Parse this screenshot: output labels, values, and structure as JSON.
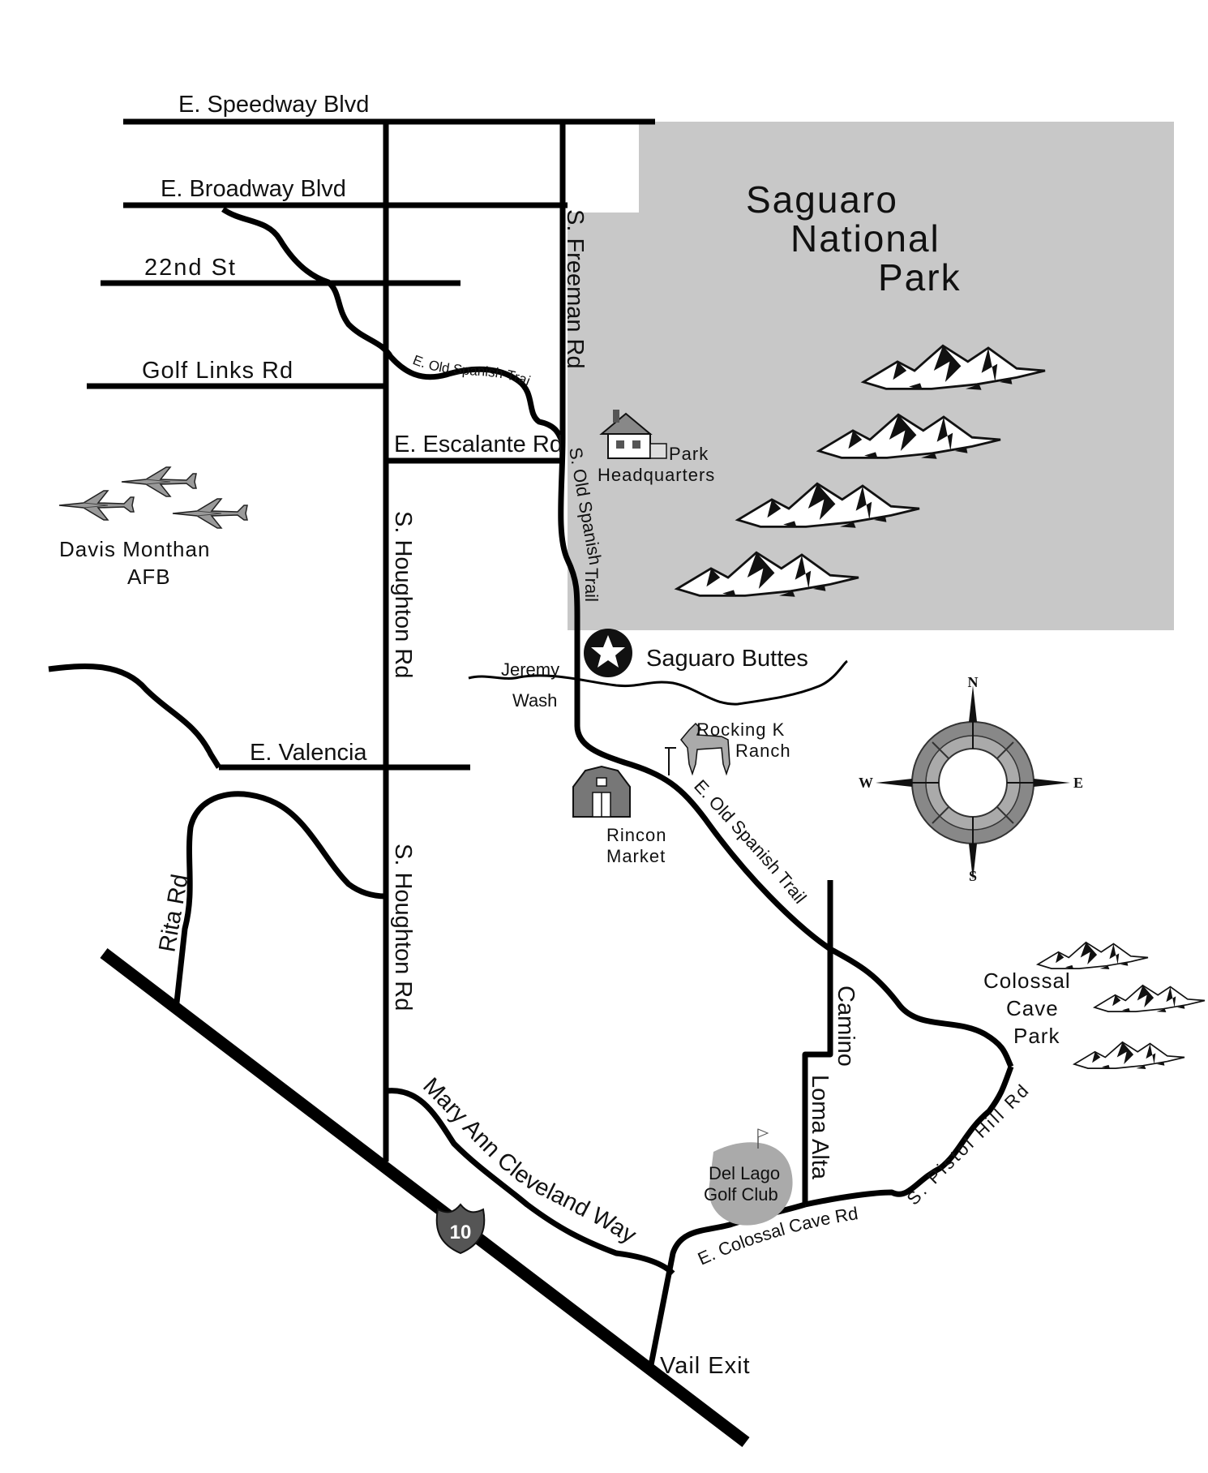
{
  "map": {
    "park_area": {
      "name_line1": "Saguaro",
      "name_line2": "National",
      "name_line3": "Park",
      "fill_color": "#c8c8c8"
    },
    "roads": {
      "speedway": "E. Speedway Blvd",
      "broadway": "E. Broadway Blvd",
      "twenty_second": "22nd St",
      "golf_links": "Golf Links Rd",
      "old_spanish_trail_north": "E. Old Spanish Trail",
      "escalante": "E. Escalante Rd",
      "freeman": "S. Freeman Rd",
      "old_spanish_trail_s": "S. Old Spanish",
      "old_spanish_trail_s2": "Trail",
      "houghton_north": "S. Houghton Rd",
      "houghton_south": "S. Houghton Rd",
      "valencia": "E. Valencia",
      "rita": "Rita Rd",
      "old_spanish_trail_east": "E. Old Spanish Trail",
      "camino": "Camino",
      "loma_alta": "Loma Alta",
      "mary_ann": "Mary Ann Cleveland Way",
      "colossal_cave_rd": "E. Colossal Cave Rd",
      "pistol_hill": "S. Pistol Hill Rd",
      "vail_exit": "Vail Exit",
      "interstate_number": "10"
    },
    "places": {
      "davis_line1": "Davis Monthan",
      "davis_line2": "AFB",
      "park_hq_line1": "Park",
      "park_hq_line2": "Headquarters",
      "saguaro_buttes": "Saguaro Buttes",
      "jeremy": "Jeremy",
      "wash": "Wash",
      "rocking_line1": "Rocking K",
      "rocking_line2": "Ranch",
      "rincon_line1": "Rincon",
      "rincon_line2": "Market",
      "colossal_line1": "Colossal",
      "colossal_line2": "Cave",
      "colossal_line3": "Park",
      "del_lago_line1": "Del Lago",
      "del_lago_line2": "Golf Club"
    },
    "compass": {
      "n": "N",
      "s": "S",
      "e": "E",
      "w": "W"
    },
    "icons": [
      "jet-icon",
      "house-icon",
      "star-icon",
      "horse-icon",
      "barn-icon",
      "mountain-icon",
      "compass-rose-icon",
      "interstate-shield-icon",
      "golf-flag-icon"
    ]
  }
}
